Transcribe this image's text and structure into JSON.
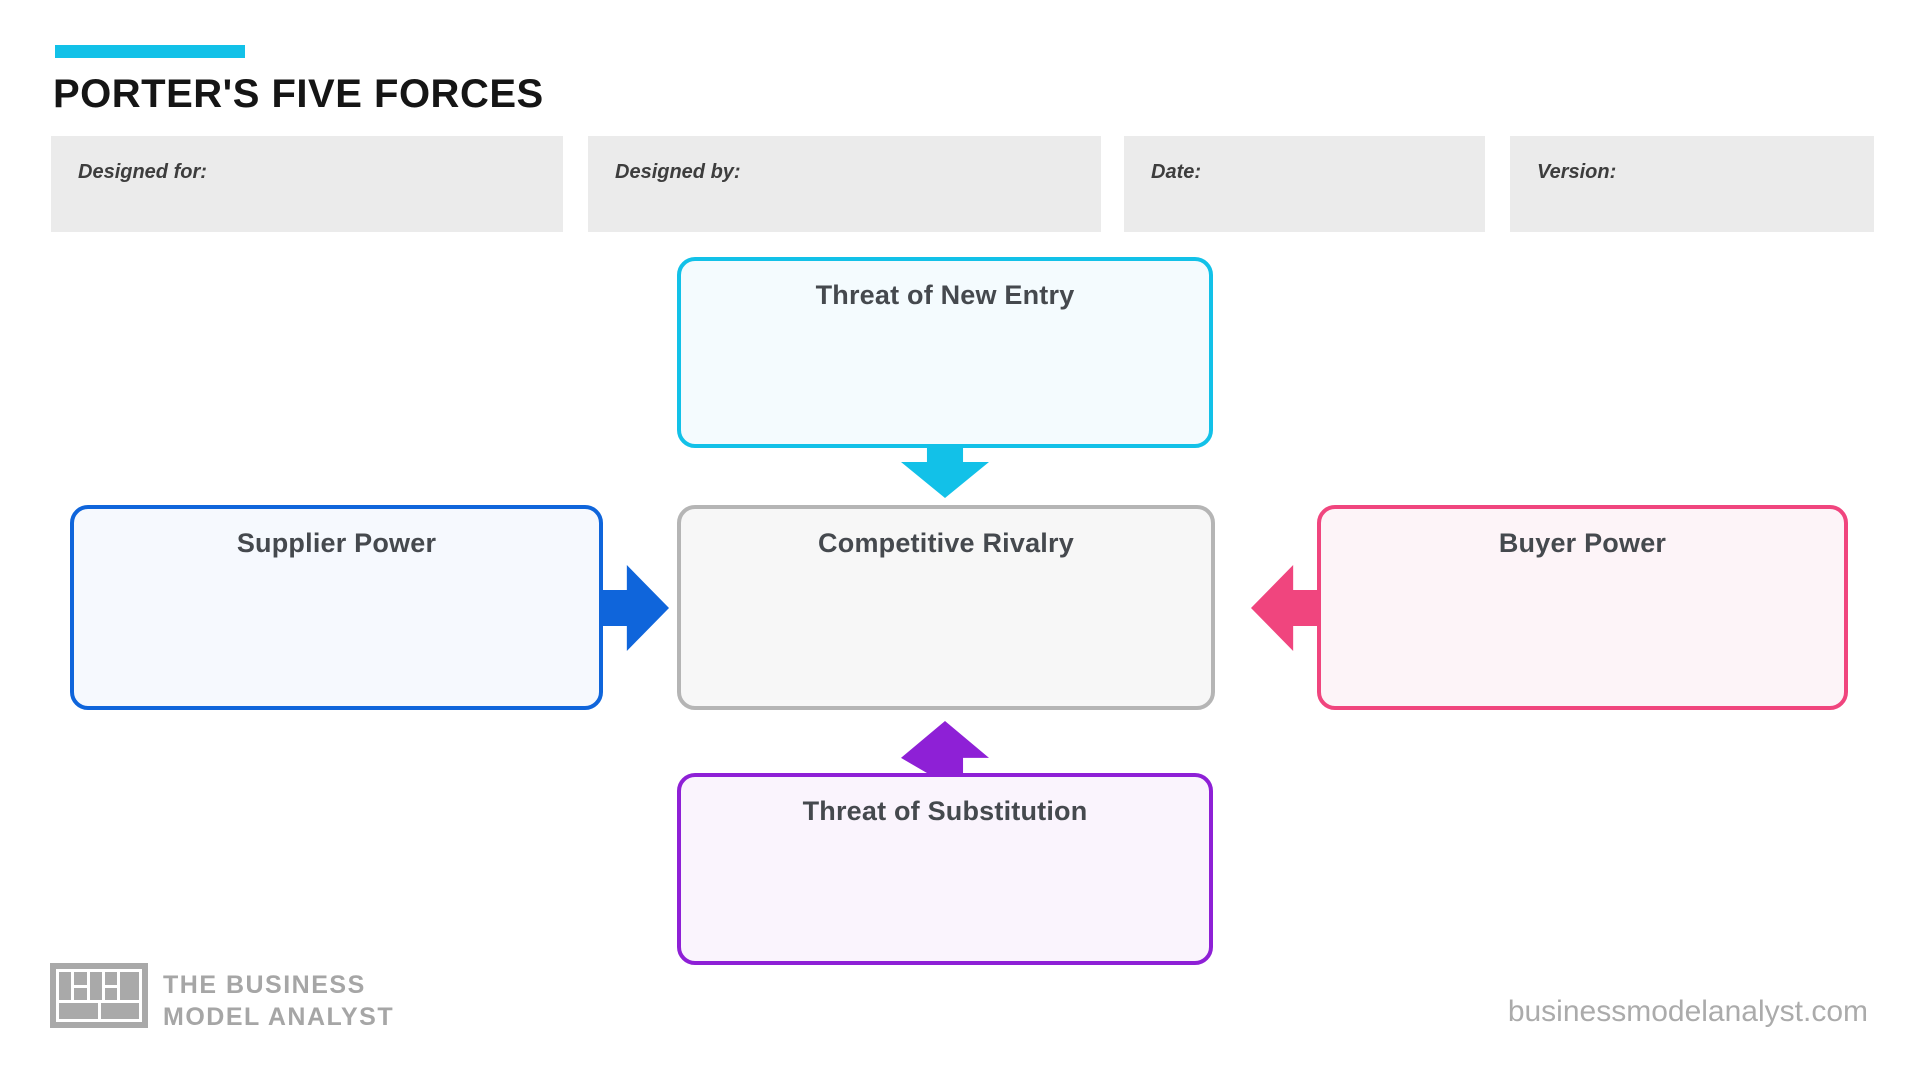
{
  "page": {
    "title": "PORTER'S FIVE FORCES",
    "site_url": "businessmodelanalyst.com"
  },
  "colors": {
    "accent": "#12c1e8",
    "box_title_text": "#45494e",
    "field_background": "#ebebeb"
  },
  "info_fields": [
    {
      "label": "Designed for:"
    },
    {
      "label": "Designed by:"
    },
    {
      "label": "Date:"
    },
    {
      "label": "Version:"
    }
  ],
  "forces": {
    "new_entry": {
      "label": "Threat of New Entry",
      "color": "#12c1e8",
      "fill": "#f4fbfe",
      "arrow": "down"
    },
    "supplier": {
      "label": "Supplier Power",
      "color": "#0f65db",
      "fill": "#f6f9fe",
      "arrow": "right"
    },
    "rivalry": {
      "label": "Competitive Rivalry",
      "color": "#b5b5b5",
      "fill": "#f7f7f7",
      "arrow": "none"
    },
    "buyer": {
      "label": "Buyer Power",
      "color": "#f0457e",
      "fill": "#fdf4f8",
      "arrow": "left"
    },
    "substitution": {
      "label": "Threat of Substitution",
      "color": "#8e20d6",
      "fill": "#faf4fd",
      "arrow": "up"
    }
  },
  "logo": {
    "line1": "THE BUSINESS",
    "line2": "MODEL ANALYST"
  }
}
